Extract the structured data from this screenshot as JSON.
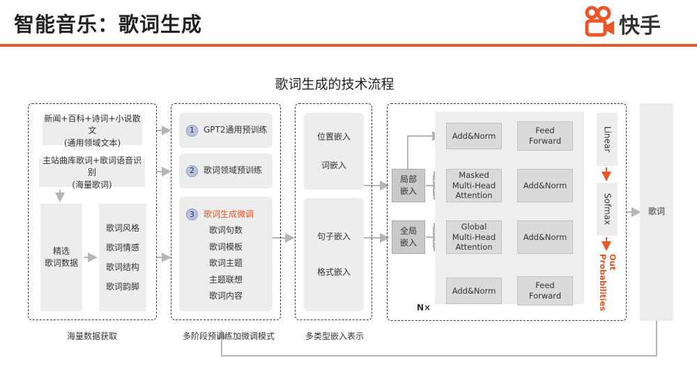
{
  "header": {
    "title": "智能音乐：歌词生成",
    "brand": "快手",
    "accent_color": "#e8562a"
  },
  "diagram": {
    "title": "歌词生成的技术流程",
    "stage1": {
      "caption": "海量数据获取",
      "source1_line1": "新闻+百科+诗词+小说散文",
      "source1_line2": "(通用领域文本)",
      "source2_line1": "主站曲库歌词+歌词语音识别",
      "source2_line2": "(海量歌词)",
      "select_line1": "精选",
      "select_line2": "歌词数据",
      "attrs": [
        "歌词风格",
        "歌词情感",
        "歌词结构",
        "歌词韵脚"
      ]
    },
    "stage2": {
      "caption": "多阶段预训练加微调模式",
      "step1_num": "1",
      "step1": "GPT2通用预训练",
      "step2_num": "2",
      "step2": "歌词领域预训练",
      "step3_num": "3",
      "step3": "歌词生成微调",
      "step3_items": [
        "歌词句数",
        "歌词模板",
        "歌词主题",
        "主题联想",
        "歌词内容"
      ]
    },
    "stage3": {
      "caption": "多类型嵌入表示",
      "emb1": "位置嵌入",
      "emb2": "词嵌入",
      "emb3": "句子嵌入",
      "emb4": "格式嵌入"
    },
    "stage4": {
      "local_line1": "局部",
      "local_line2": "嵌入",
      "global_line1": "全局",
      "global_line2": "嵌入",
      "addnorm_top": "Add&Norm",
      "ff_top_line1": "Feed",
      "ff_top_line2": "Forward",
      "masked_line1": "Masked",
      "masked_line2": "Multi-Head",
      "masked_line3": "Attention",
      "addnorm_mid1": "Add&Norm",
      "global_att_line1": "Global",
      "global_att_line2": "Multi-Head",
      "global_att_line3": "Attention",
      "addnorm_mid2": "Add&Norm",
      "addnorm_bottom": "Add&Norm",
      "ff_bottom_line1": "Feed",
      "ff_bottom_line2": "Forward",
      "nx": "N×",
      "linear": "Linear",
      "softmax": "Sofmax",
      "out_line1": "Out",
      "out_line2": "Probabilities"
    },
    "output": "歌词"
  }
}
